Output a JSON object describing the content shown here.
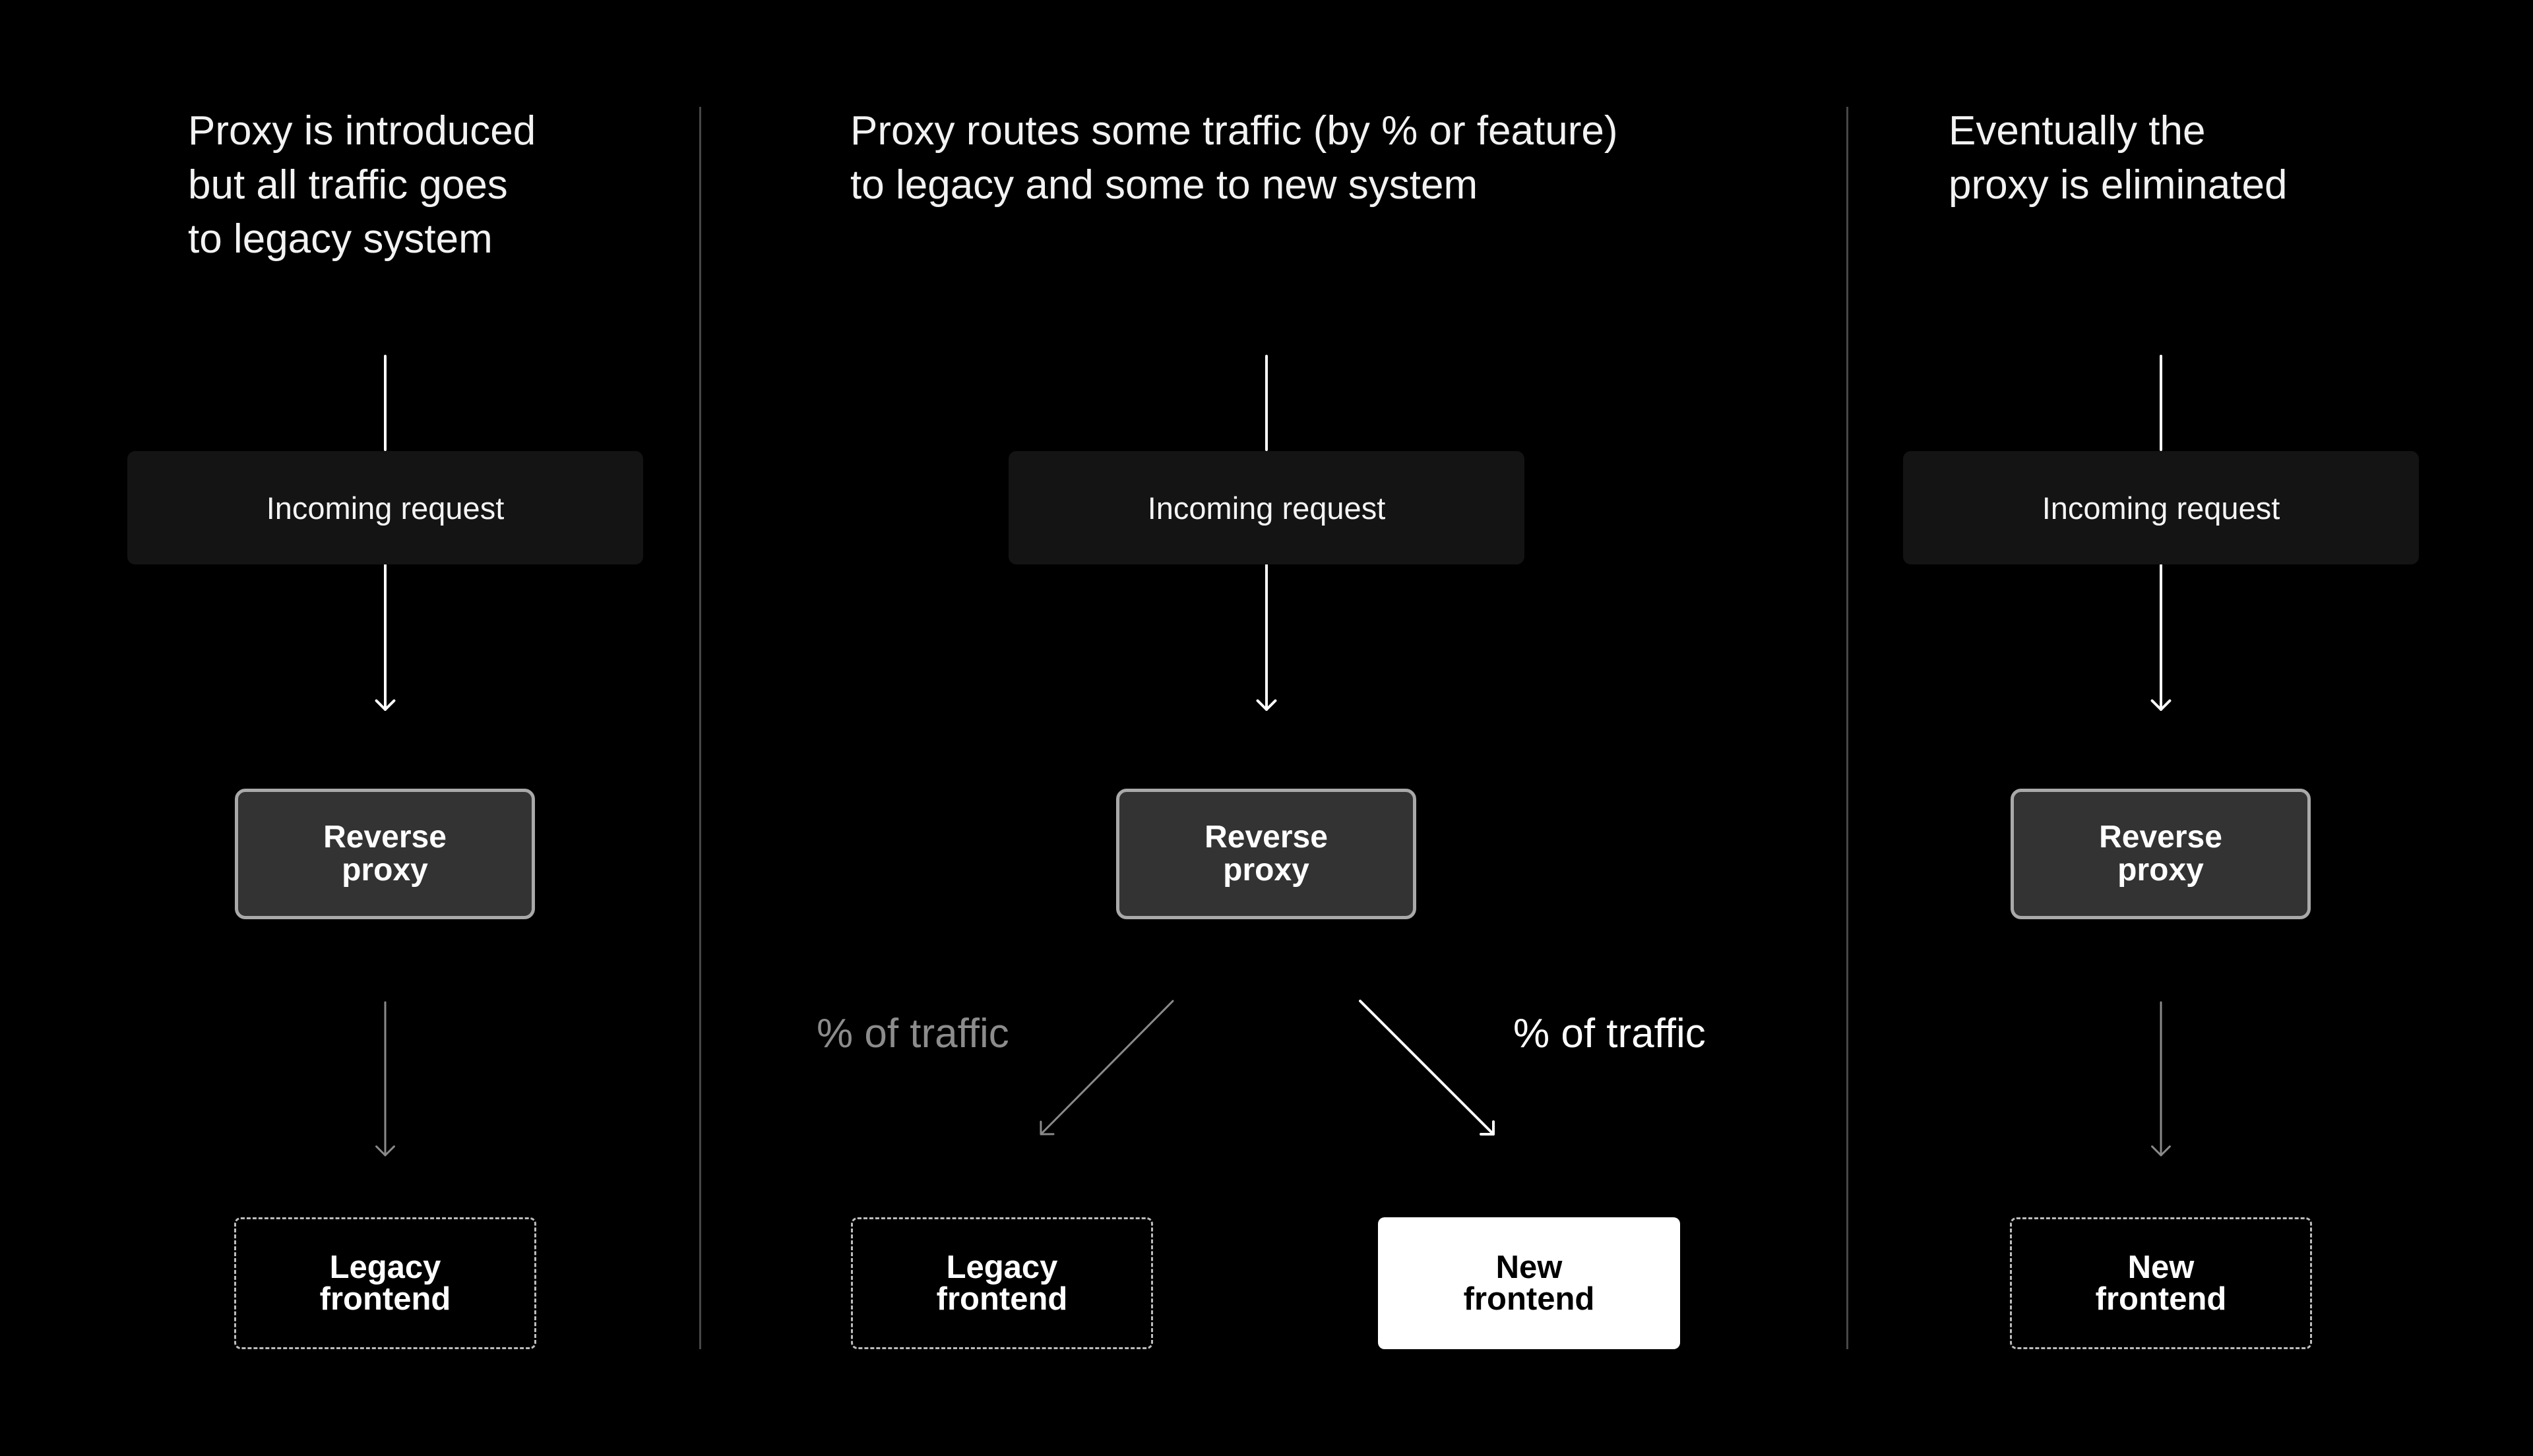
{
  "colors": {
    "background": "#000000",
    "divider": "#474747",
    "incoming_box": "#141414",
    "proxy_fill": "#333333",
    "proxy_border": "#a9a9a9",
    "active_arrow": "#ffffff",
    "inactive_arrow": "#8a8a8a",
    "inactive_label": "#8c8c8c"
  },
  "panels": [
    {
      "heading": [
        "Proxy is introduced",
        "but all traffic goes",
        "to legacy system"
      ],
      "incoming": "Incoming request",
      "proxy": [
        "Reverse",
        "proxy"
      ],
      "frontend": [
        "Legacy",
        "frontend"
      ]
    },
    {
      "heading": [
        "Proxy routes some traffic (by % or feature)",
        "to legacy and some to new system"
      ],
      "incoming": "Incoming request",
      "proxy": [
        "Reverse",
        "proxy"
      ],
      "legacy_label": "% of traffic",
      "new_label": "% of traffic",
      "legacy_frontend": [
        "Legacy",
        "frontend"
      ],
      "new_frontend": [
        "New",
        "frontend"
      ]
    },
    {
      "heading": [
        "Eventually the",
        "proxy is eliminated"
      ],
      "incoming": "Incoming request",
      "proxy": [
        "Reverse",
        "proxy"
      ],
      "frontend": [
        "New",
        "frontend"
      ]
    }
  ]
}
